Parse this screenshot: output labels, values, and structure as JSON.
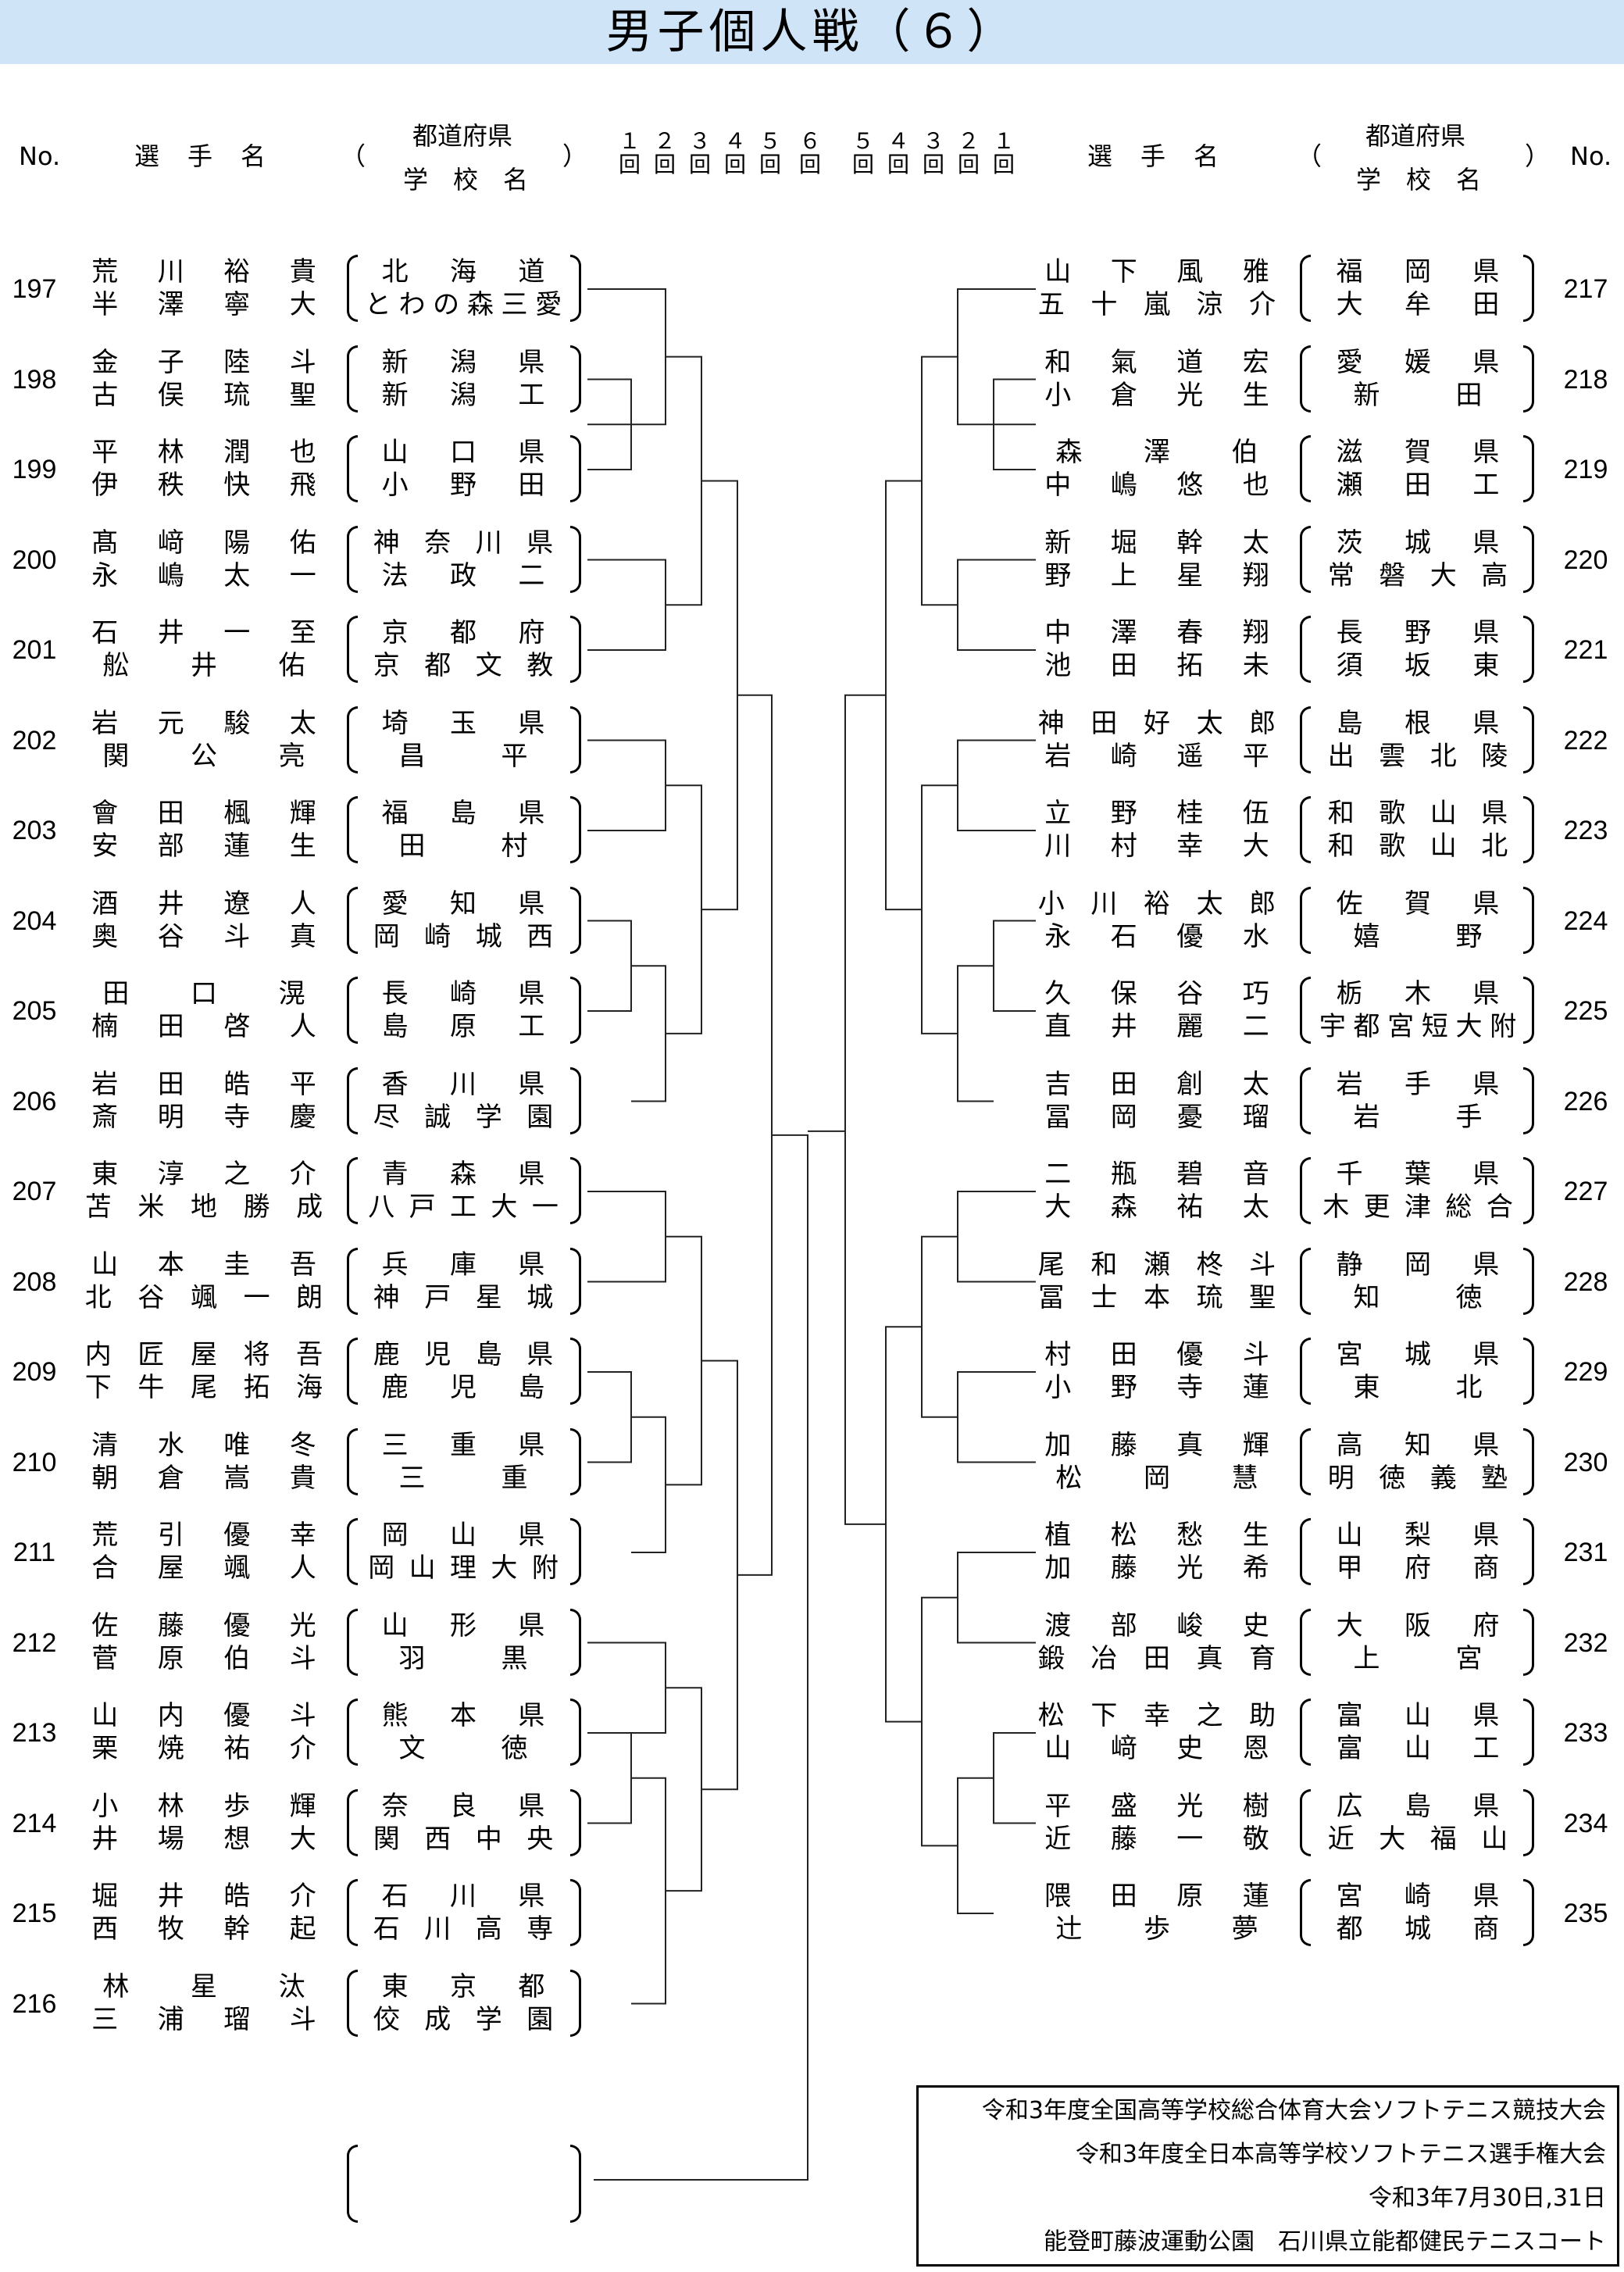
{
  "title": "男子個人戦（６）",
  "header": {
    "no": "No.",
    "player": "選　手　名",
    "paren_open": "（",
    "paren_close": "）",
    "pref": "都道府県",
    "school": "学　校　名",
    "rounds_left": [
      "１\n回",
      "２\n回",
      "３\n回",
      "４\n回",
      "５\n回"
    ],
    "round6": "６\n回",
    "rounds_right": [
      "５\n回",
      "４\n回",
      "３\n回",
      "２\n回",
      "１\n回"
    ]
  },
  "left": [
    {
      "no": "197",
      "p1": "荒川裕貴",
      "p2": "半澤寧大",
      "s1": "北海道",
      "s2": "とわの森三愛"
    },
    {
      "no": "198",
      "p1": "金子陸斗",
      "p2": "古俣琉聖",
      "s1": "新潟県",
      "s2": "新潟工"
    },
    {
      "no": "199",
      "p1": "平林潤也",
      "p2": "伊秩快飛",
      "s1": "山口県",
      "s2": "小野田"
    },
    {
      "no": "200",
      "p1": "髙﨑陽佑",
      "p2": "永嶋太一",
      "s1": "神奈川県",
      "s2": "法政二"
    },
    {
      "no": "201",
      "p1": "石井一至",
      "p2": "舩井佑",
      "s1": "京都府",
      "s2": "京都文教"
    },
    {
      "no": "202",
      "p1": "岩元駿太",
      "p2": "関公亮",
      "s1": "埼玉県",
      "s2": "昌平"
    },
    {
      "no": "203",
      "p1": "會田楓輝",
      "p2": "安部蓮生",
      "s1": "福島県",
      "s2": "田村"
    },
    {
      "no": "204",
      "p1": "酒井遼人",
      "p2": "奥谷斗真",
      "s1": "愛知県",
      "s2": "岡崎城西"
    },
    {
      "no": "205",
      "p1": "田口滉",
      "p2": "楠田啓人",
      "s1": "長崎県",
      "s2": "島原工"
    },
    {
      "no": "206",
      "p1": "岩田皓平",
      "p2": "斎明寺慶",
      "s1": "香川県",
      "s2": "尽誠学園"
    },
    {
      "no": "207",
      "p1": "東淳之介",
      "p2": "苫米地勝成",
      "s1": "青森県",
      "s2": "八戸工大一"
    },
    {
      "no": "208",
      "p1": "山本圭吾",
      "p2": "北谷颯一朗",
      "s1": "兵庫県",
      "s2": "神戸星城"
    },
    {
      "no": "209",
      "p1": "内匠屋将吾",
      "p2": "下牛尾拓海",
      "s1": "鹿児島県",
      "s2": "鹿児島"
    },
    {
      "no": "210",
      "p1": "清水唯冬",
      "p2": "朝倉嵩貴",
      "s1": "三重県",
      "s2": "三重"
    },
    {
      "no": "211",
      "p1": "荒引優幸",
      "p2": "合屋颯人",
      "s1": "岡山県",
      "s2": "岡山理大附"
    },
    {
      "no": "212",
      "p1": "佐藤優光",
      "p2": "菅原伯斗",
      "s1": "山形県",
      "s2": "羽黒"
    },
    {
      "no": "213",
      "p1": "山内優斗",
      "p2": "栗焼祐介",
      "s1": "熊本県",
      "s2": "文徳"
    },
    {
      "no": "214",
      "p1": "小林歩輝",
      "p2": "井場想大",
      "s1": "奈良県",
      "s2": "関西中央"
    },
    {
      "no": "215",
      "p1": "堀井皓介",
      "p2": "西牧幹起",
      "s1": "石川県",
      "s2": "石川高専"
    },
    {
      "no": "216",
      "p1": "林星汰",
      "p2": "三浦瑠斗",
      "s1": "東京都",
      "s2": "佼成学園"
    }
  ],
  "right": [
    {
      "no": "217",
      "p1": "山下風雅",
      "p2": "五十嵐涼介",
      "s1": "福岡県",
      "s2": "大牟田"
    },
    {
      "no": "218",
      "p1": "和氣道宏",
      "p2": "小倉光生",
      "s1": "愛媛県",
      "s2": "新田"
    },
    {
      "no": "219",
      "p1": "森澤伯",
      "p2": "中嶋悠也",
      "s1": "滋賀県",
      "s2": "瀬田工"
    },
    {
      "no": "220",
      "p1": "新堀幹太",
      "p2": "野上星翔",
      "s1": "茨城県",
      "s2": "常磐大高"
    },
    {
      "no": "221",
      "p1": "中澤春翔",
      "p2": "池田拓未",
      "s1": "長野県",
      "s2": "須坂東"
    },
    {
      "no": "222",
      "p1": "神田好太郎",
      "p2": "岩崎遥平",
      "s1": "島根県",
      "s2": "出雲北陵"
    },
    {
      "no": "223",
      "p1": "立野桂伍",
      "p2": "川村幸大",
      "s1": "和歌山県",
      "s2": "和歌山北"
    },
    {
      "no": "224",
      "p1": "小川裕太郎",
      "p2": "永石優水",
      "s1": "佐賀県",
      "s2": "嬉野"
    },
    {
      "no": "225",
      "p1": "久保谷巧",
      "p2": "直井麗二",
      "s1": "栃木県",
      "s2": "宇都宮短大附"
    },
    {
      "no": "226",
      "p1": "吉田創太",
      "p2": "冨岡憂瑠",
      "s1": "岩手県",
      "s2": "岩手"
    },
    {
      "no": "227",
      "p1": "二瓶碧音",
      "p2": "大森祐太",
      "s1": "千葉県",
      "s2": "木更津総合"
    },
    {
      "no": "228",
      "p1": "尾和瀬柊斗",
      "p2": "冨士本琉聖",
      "s1": "静岡県",
      "s2": "知徳"
    },
    {
      "no": "229",
      "p1": "村田優斗",
      "p2": "小野寺蓮",
      "s1": "宮城県",
      "s2": "東北"
    },
    {
      "no": "230",
      "p1": "加藤真輝",
      "p2": "松岡慧",
      "s1": "高知県",
      "s2": "明徳義塾"
    },
    {
      "no": "231",
      "p1": "植松愁生",
      "p2": "加藤光希",
      "s1": "山梨県",
      "s2": "甲府商"
    },
    {
      "no": "232",
      "p1": "渡部峻史",
      "p2": "鍛冶田真育",
      "s1": "大阪府",
      "s2": "上宮"
    },
    {
      "no": "233",
      "p1": "松下幸之助",
      "p2": "山﨑史恩",
      "s1": "富山県",
      "s2": "富山工"
    },
    {
      "no": "234",
      "p1": "平盛光樹",
      "p2": "近藤一敬",
      "s1": "広島県",
      "s2": "近大福山"
    },
    {
      "no": "235",
      "p1": "隈田原蓮",
      "p2": "辻歩夢",
      "s1": "宮崎県",
      "s2": "都城商"
    }
  ],
  "info": {
    "line1": "令和3年度全国高等学校総合体育大会ソフトテニス競技大会",
    "line2": "令和3年度全日本高等学校ソフトテニス選手権大会",
    "line3": "令和3年7月30日,31日",
    "line4": "能登町藤波運動公園　石川県立能都健民テニスコート"
  }
}
